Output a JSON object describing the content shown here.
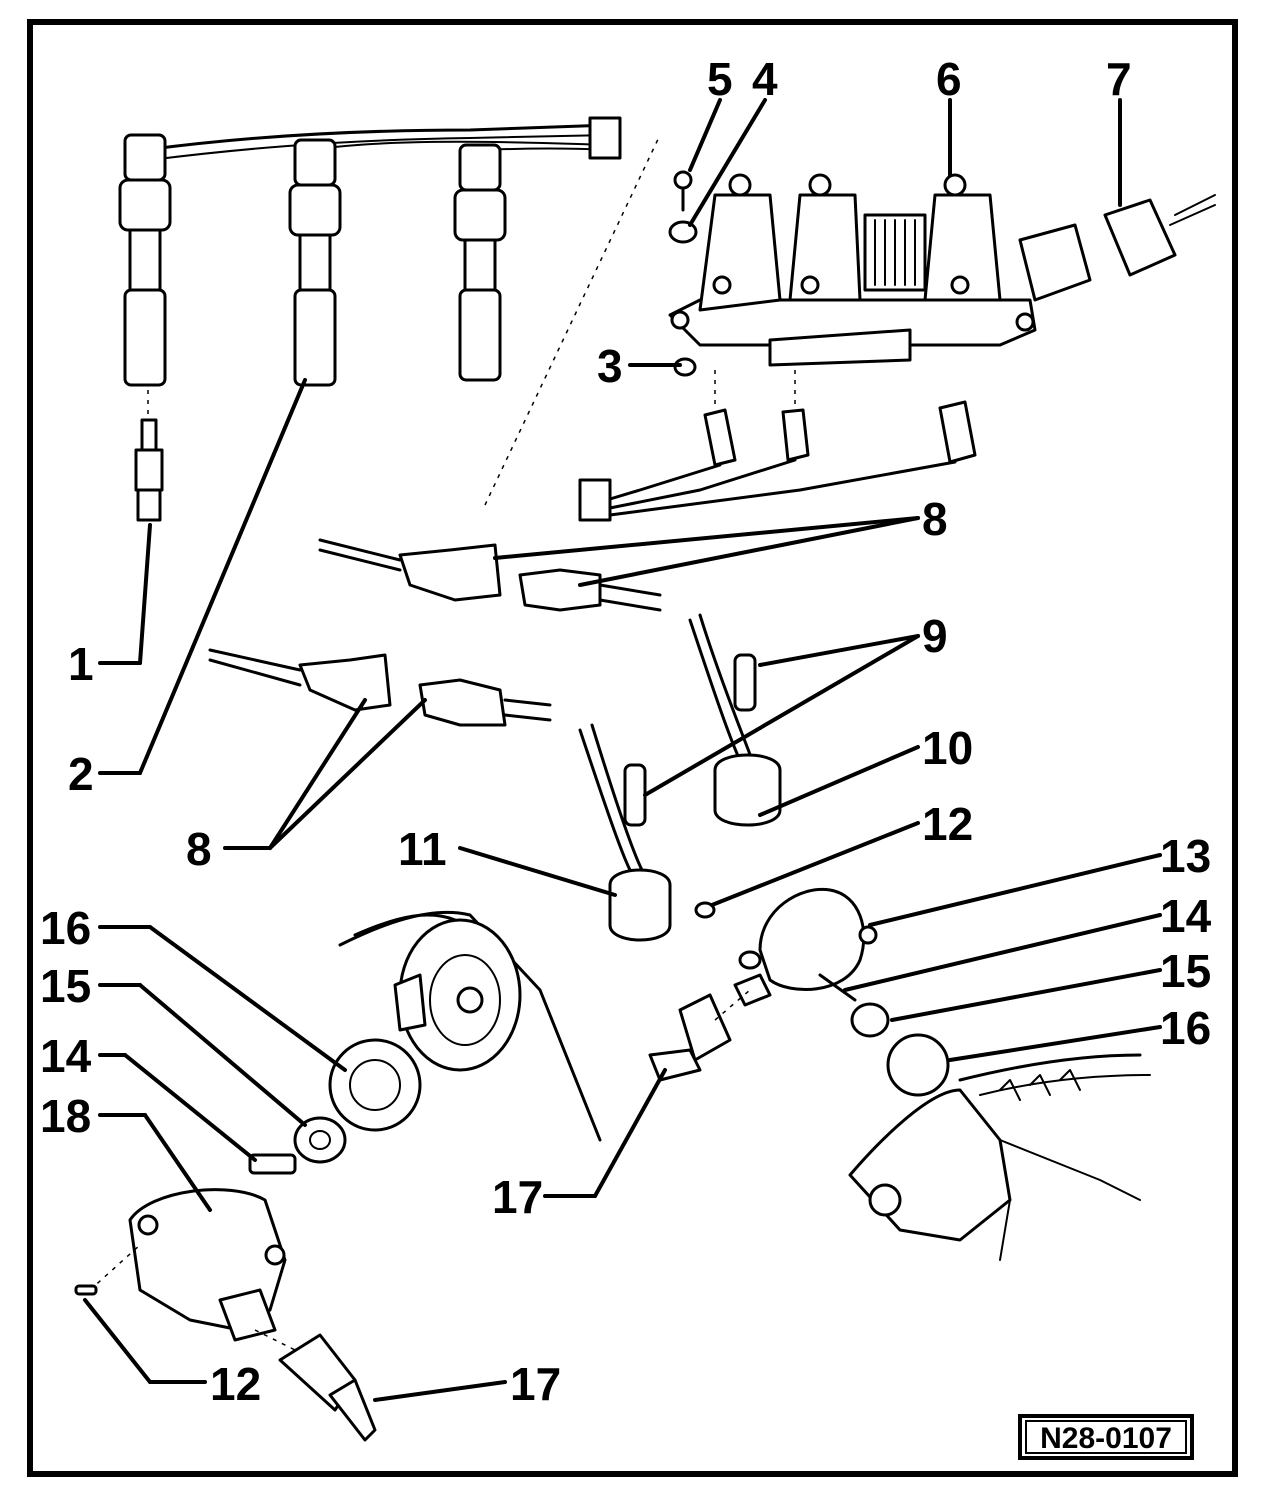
{
  "figure": {
    "reference_code": "N28-0107"
  },
  "callouts": [
    {
      "id": "c1",
      "label": "1"
    },
    {
      "id": "c2",
      "label": "2"
    },
    {
      "id": "c3",
      "label": "3"
    },
    {
      "id": "c4",
      "label": "4"
    },
    {
      "id": "c5",
      "label": "5"
    },
    {
      "id": "c6",
      "label": "6"
    },
    {
      "id": "c7",
      "label": "7"
    },
    {
      "id": "c8a",
      "label": "8"
    },
    {
      "id": "c8b",
      "label": "8"
    },
    {
      "id": "c9",
      "label": "9"
    },
    {
      "id": "c10",
      "label": "10"
    },
    {
      "id": "c11",
      "label": "11"
    },
    {
      "id": "c12a",
      "label": "12"
    },
    {
      "id": "c12b",
      "label": "12"
    },
    {
      "id": "c13",
      "label": "13"
    },
    {
      "id": "c14a",
      "label": "14"
    },
    {
      "id": "c14b",
      "label": "14"
    },
    {
      "id": "c15a",
      "label": "15"
    },
    {
      "id": "c15b",
      "label": "15"
    },
    {
      "id": "c16a",
      "label": "16"
    },
    {
      "id": "c16b",
      "label": "16"
    },
    {
      "id": "c17a",
      "label": "17"
    },
    {
      "id": "c17b",
      "label": "17"
    },
    {
      "id": "c18",
      "label": "18"
    }
  ]
}
